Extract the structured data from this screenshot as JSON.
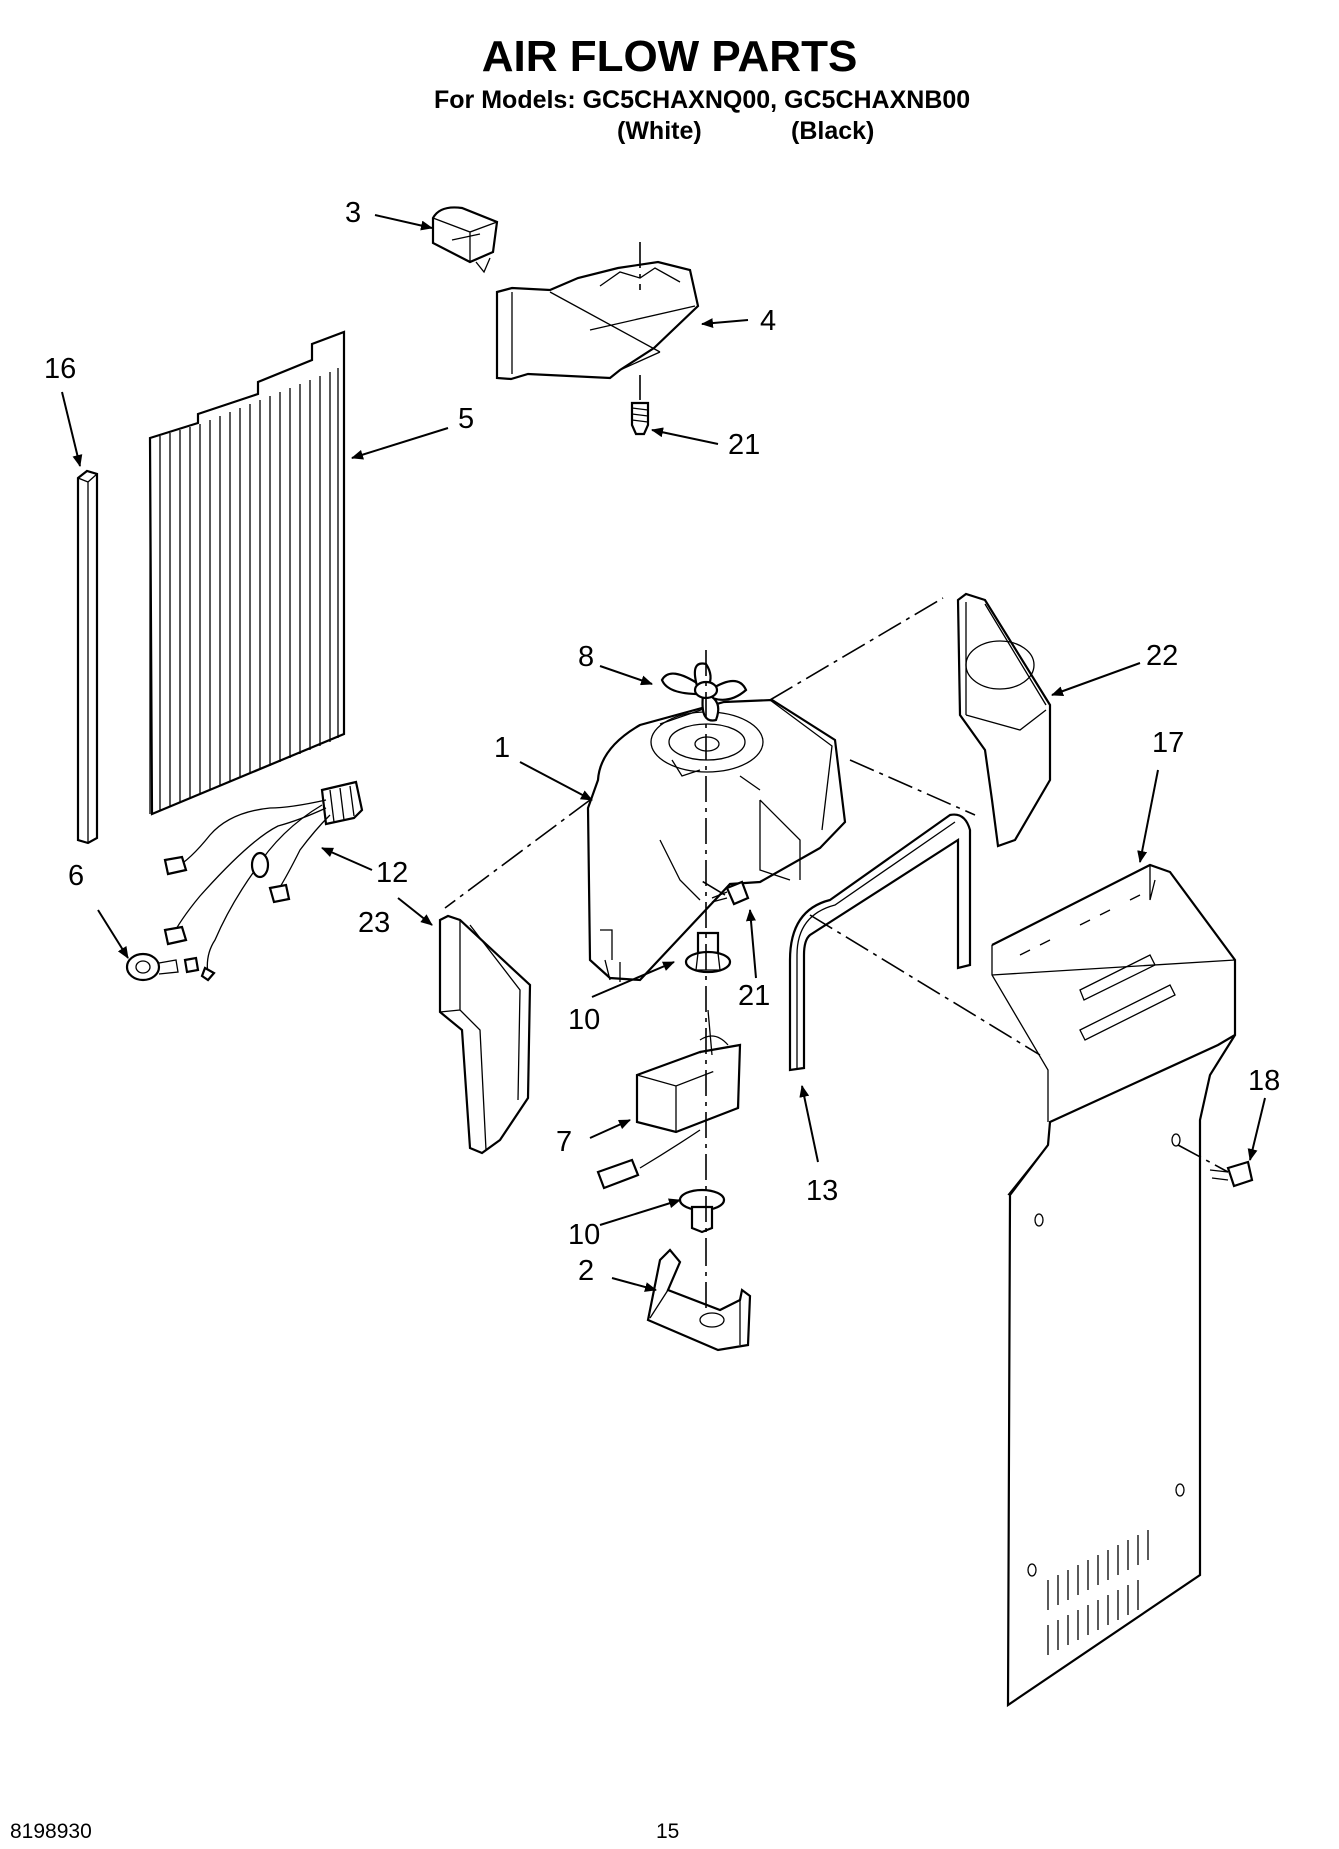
{
  "header": {
    "title": "AIR FLOW PARTS",
    "models_line": "For Models: GC5CHAXNQ00, GC5CHAXNB00",
    "variant_white": "(White)",
    "variant_black": "(Black)"
  },
  "callouts": {
    "c1": "1",
    "c2": "2",
    "c3": "3",
    "c4": "4",
    "c5": "5",
    "c6": "6",
    "c7": "7",
    "c8": "8",
    "c10a": "10",
    "c10b": "10",
    "c12": "12",
    "c13": "13",
    "c16": "16",
    "c17": "17",
    "c18": "18",
    "c21a": "21",
    "c21b": "21",
    "c22": "22",
    "c23": "23"
  },
  "footer": {
    "doc_number": "8198930",
    "page_number": "15"
  }
}
